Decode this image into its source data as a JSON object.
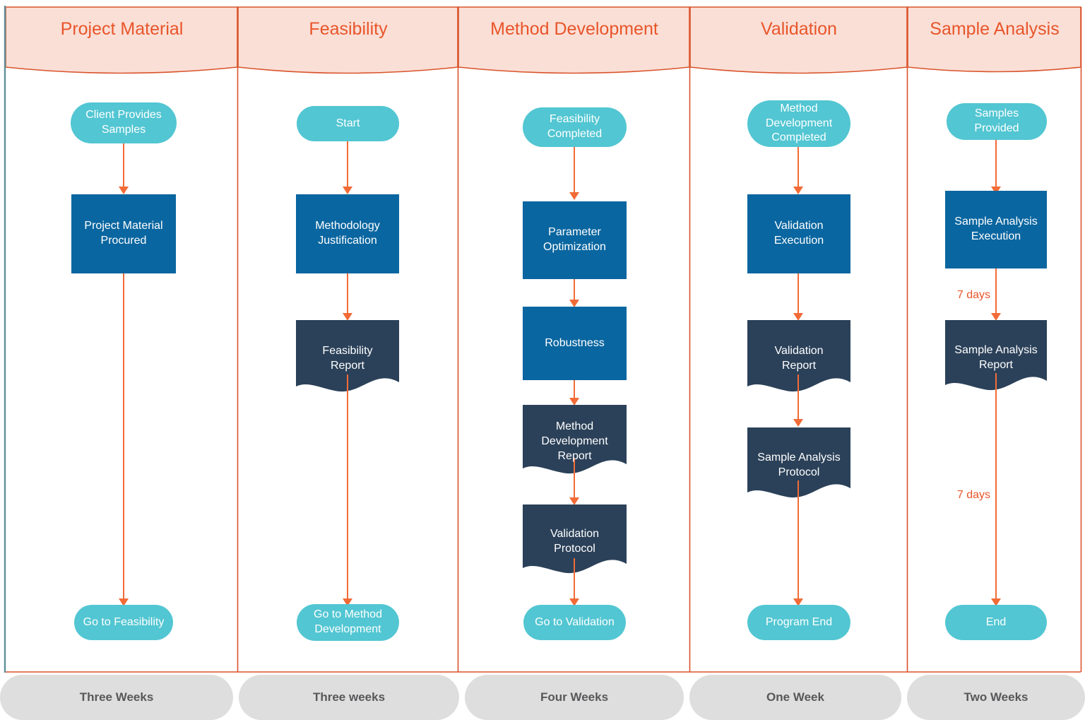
{
  "diagram": {
    "type": "swimlane-flowchart",
    "colors": {
      "header_fill": "#fadfd6",
      "header_border": "#d9532b",
      "header_text": "#e8552a",
      "terminator": "#52c6d2",
      "process": "#0a66a0",
      "document": "#2b4159",
      "connector": "#f26b37",
      "footer_fill": "#dededf",
      "footer_text": "#58585a",
      "left_rail": "#5f9099"
    },
    "lanes": [
      {
        "id": "project-material",
        "title": "Project Material",
        "duration": "Three Weeks",
        "nodes": [
          {
            "id": "client-provides-samples",
            "shape": "terminator",
            "label": "Client Provides\nSamples"
          },
          {
            "id": "project-material-procured",
            "shape": "process",
            "label": "Project Material\nProcured"
          },
          {
            "id": "go-to-feasibility",
            "shape": "terminator",
            "label": "Go to Feasibility"
          }
        ],
        "edges": [
          {
            "from": "client-provides-samples",
            "to": "project-material-procured",
            "label": ""
          },
          {
            "from": "project-material-procured",
            "to": "go-to-feasibility",
            "label": ""
          }
        ]
      },
      {
        "id": "feasibility",
        "title": "Feasibility",
        "duration": "Three weeks",
        "nodes": [
          {
            "id": "start",
            "shape": "terminator",
            "label": "Start"
          },
          {
            "id": "methodology-justification",
            "shape": "process",
            "label": "Methodology\nJustification"
          },
          {
            "id": "feasibility-report",
            "shape": "document",
            "label": "Feasibility\nReport"
          },
          {
            "id": "go-to-method-development",
            "shape": "terminator",
            "label": "Go to Method\nDevelopment"
          }
        ],
        "edges": [
          {
            "from": "start",
            "to": "methodology-justification",
            "label": ""
          },
          {
            "from": "methodology-justification",
            "to": "feasibility-report",
            "label": ""
          },
          {
            "from": "feasibility-report",
            "to": "go-to-method-development",
            "label": ""
          }
        ]
      },
      {
        "id": "method-development",
        "title": "Method Development",
        "duration": "Four Weeks",
        "nodes": [
          {
            "id": "feasibility-completed",
            "shape": "terminator",
            "label": "Feasibility\nCompleted"
          },
          {
            "id": "parameter-optimization",
            "shape": "process",
            "label": "Parameter\nOptimization"
          },
          {
            "id": "robustness",
            "shape": "process",
            "label": "Robustness"
          },
          {
            "id": "method-development-report",
            "shape": "document",
            "label": "Method\nDevelopment\nReport"
          },
          {
            "id": "validation-protocol",
            "shape": "document",
            "label": "Validation\nProtocol"
          },
          {
            "id": "go-to-validation",
            "shape": "terminator",
            "label": "Go to Validation"
          }
        ],
        "edges": [
          {
            "from": "feasibility-completed",
            "to": "parameter-optimization",
            "label": ""
          },
          {
            "from": "parameter-optimization",
            "to": "robustness",
            "label": ""
          },
          {
            "from": "robustness",
            "to": "method-development-report",
            "label": ""
          },
          {
            "from": "method-development-report",
            "to": "validation-protocol",
            "label": ""
          },
          {
            "from": "validation-protocol",
            "to": "go-to-validation",
            "label": ""
          }
        ]
      },
      {
        "id": "validation",
        "title": "Validation",
        "duration": "One Week",
        "nodes": [
          {
            "id": "method-development-completed",
            "shape": "terminator",
            "label": "Method\nDevelopment\nCompleted"
          },
          {
            "id": "validation-execution",
            "shape": "process",
            "label": "Validation\nExecution"
          },
          {
            "id": "validation-report",
            "shape": "document",
            "label": "Validation\nReport"
          },
          {
            "id": "sample-analysis-protocol",
            "shape": "document",
            "label": "Sample Analysis\nProtocol"
          },
          {
            "id": "program-end",
            "shape": "terminator",
            "label": "Program End"
          }
        ],
        "edges": [
          {
            "from": "method-development-completed",
            "to": "validation-execution",
            "label": ""
          },
          {
            "from": "validation-execution",
            "to": "validation-report",
            "label": ""
          },
          {
            "from": "validation-report",
            "to": "sample-analysis-protocol",
            "label": ""
          },
          {
            "from": "sample-analysis-protocol",
            "to": "program-end",
            "label": ""
          }
        ]
      },
      {
        "id": "sample-analysis",
        "title": "Sample Analysis",
        "duration": "Two Weeks",
        "nodes": [
          {
            "id": "samples-provided",
            "shape": "terminator",
            "label": "Samples\nProvided"
          },
          {
            "id": "sample-analysis-execution",
            "shape": "process",
            "label": "Sample Analysis\nExecution"
          },
          {
            "id": "sample-analysis-report",
            "shape": "document",
            "label": "Sample Analysis\nReport"
          },
          {
            "id": "end",
            "shape": "terminator",
            "label": "End"
          }
        ],
        "edges": [
          {
            "from": "samples-provided",
            "to": "sample-analysis-execution",
            "label": ""
          },
          {
            "from": "sample-analysis-execution",
            "to": "sample-analysis-report",
            "label": "7 days"
          },
          {
            "from": "sample-analysis-report",
            "to": "end",
            "label": "7 days"
          }
        ]
      }
    ]
  },
  "labels": {
    "lane1_title": "Project Material",
    "lane2_title": "Feasibility",
    "lane3_title": "Method Development",
    "lane4_title": "Validation",
    "lane5_title": "Sample Analysis",
    "lane1_duration": "Three Weeks",
    "lane2_duration": "Three weeks",
    "lane3_duration": "Four Weeks",
    "lane4_duration": "One Week",
    "lane5_duration": "Two Weeks",
    "n_client_provides_samples": "Client Provides\nSamples",
    "n_project_material_procured": "Project Material\nProcured",
    "n_go_to_feasibility": "Go to Feasibility",
    "n_start": "Start",
    "n_methodology_justification": "Methodology\nJustification",
    "n_feasibility_report": "Feasibility\nReport",
    "n_go_to_method_development": "Go to Method\nDevelopment",
    "n_feasibility_completed": "Feasibility\nCompleted",
    "n_parameter_optimization": "Parameter\nOptimization",
    "n_robustness": "Robustness",
    "n_method_development_report": "Method\nDevelopment\nReport",
    "n_validation_protocol": "Validation\nProtocol",
    "n_go_to_validation": "Go to Validation",
    "n_method_development_completed": "Method\nDevelopment\nCompleted",
    "n_validation_execution": "Validation\nExecution",
    "n_validation_report": "Validation\nReport",
    "n_sample_analysis_protocol": "Sample Analysis\nProtocol",
    "n_program_end": "Program End",
    "n_samples_provided": "Samples\nProvided",
    "n_sample_analysis_execution": "Sample Analysis\nExecution",
    "n_sample_analysis_report": "Sample Analysis\nReport",
    "n_end": "End",
    "e_7days_1": "7 days",
    "e_7days_2": "7 days"
  }
}
